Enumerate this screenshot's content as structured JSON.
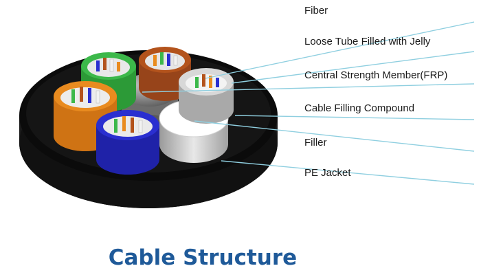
{
  "title": "Cable Structure",
  "labels": [
    {
      "id": "fiber",
      "text": "Fiber"
    },
    {
      "id": "loose-tube",
      "text": "Loose Tube Filled with Jelly"
    },
    {
      "id": "central-strength-member",
      "text": "Central Strength Member(FRP)"
    },
    {
      "id": "filling-compound",
      "text": "Cable Filling Compound"
    },
    {
      "id": "filler",
      "text": "Filler"
    },
    {
      "id": "pe-jacket",
      "text": "PE  Jacket"
    }
  ],
  "colors": {
    "title": "#1f5a99",
    "leader_line": "#8fcfe0",
    "jacket": "#0e0e0e",
    "tube_green": "#3cb84a",
    "tube_brown": "#b3531c",
    "tube_orange": "#e98b1f",
    "tube_blue": "#2a2fd0",
    "tube_white": "#d8d8d8",
    "frp": "#8a8a8a",
    "filler": "#ffffff"
  }
}
